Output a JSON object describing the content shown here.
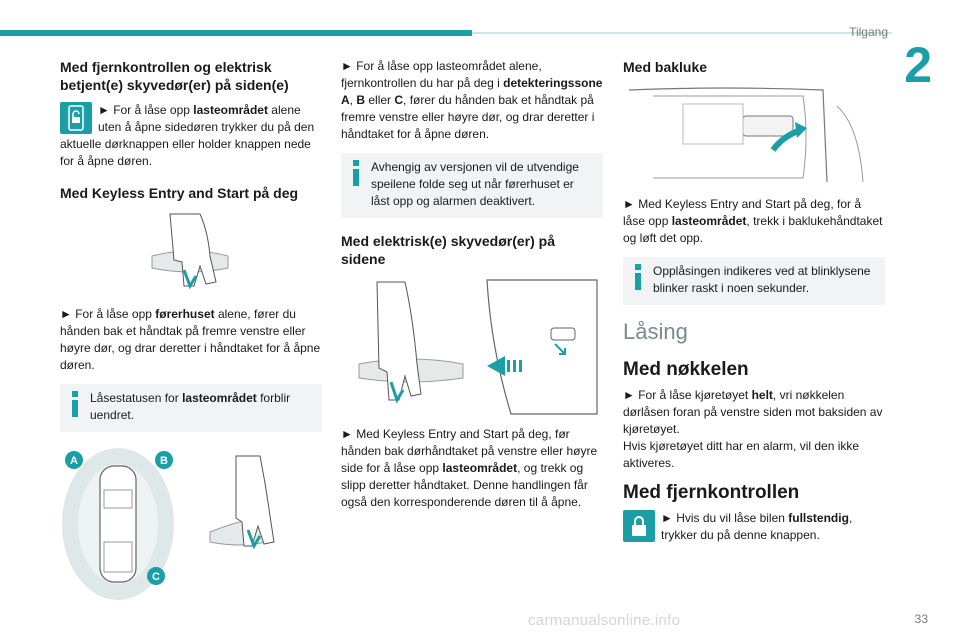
{
  "header": {
    "section": "Tilgang",
    "chapter": "2"
  },
  "footer": {
    "page": "33",
    "watermark": "carmanualsonline.info"
  },
  "col1": {
    "heading1": "Med fjernkontrollen og elektrisk betjent(e) skyvedør(er) på siden(e)",
    "p1_pre": "► For å låse opp ",
    "p1_bold": "lasteområdet",
    "p1_post": " alene uten å åpne sidedøren trykker du på den aktuelle dørknappen eller holder knappen nede for å åpne døren.",
    "heading2": "Med Keyless Entry and Start på deg",
    "p2_pre": "► For å låse opp ",
    "p2_bold": "førerhuset",
    "p2_post": " alene, fører du hånden bak et håndtak på fremre venstre eller høyre dør, og drar deretter i håndtaket for å åpne døren.",
    "info_pre": "Låsestatusen for ",
    "info_bold": "lasteområdet",
    "info_post": " forblir uendret.",
    "zones": [
      "A",
      "B",
      "C"
    ]
  },
  "col2": {
    "p1_a": "► For å låse opp lasteområdet alene, fjernkontrollen du har på deg i ",
    "p1_b1": "detekteringssone A",
    "p1_c": ", ",
    "p1_b2": "B",
    "p1_d": " eller ",
    "p1_b3": "C",
    "p1_e": ", fører du hånden bak et håndtak på fremre venstre eller høyre dør, og drar deretter i håndtaket for å åpne døren.",
    "info": "Avhengig av versjonen vil de utvendige speilene folde seg ut når førerhuset er låst opp og alarmen deaktivert.",
    "heading": "Med elektrisk(e) skyvedør(er) på sidene",
    "p2_pre": "► Med Keyless Entry and Start på deg, før hånden bak dørhåndtaket på venstre eller høyre side for å låse opp ",
    "p2_bold": "lasteområdet",
    "p2_post": ", og trekk og slipp deretter håndtaket. Denne handlingen får også den korresponderende døren til å åpne."
  },
  "col3": {
    "heading": "Med bakluke",
    "p1_pre": "► Med Keyless Entry and Start på deg, for å låse opp ",
    "p1_bold": "lasteområdet",
    "p1_post": ", trekk i baklukehåndtaket og løft det opp.",
    "info": "Opplåsingen indikeres ved at blinklysene blinker raskt i noen sekunder.",
    "section": "Låsing",
    "h_key": "Med nøkkelen",
    "p2_pre": "► For å låse kjøretøyet ",
    "p2_bold": "helt",
    "p2_post": ", vri nøkkelen dørlåsen foran på venstre siden mot baksiden av kjøretøyet.",
    "p3": "Hvis kjøretøyet ditt har en alarm, vil den ikke aktiveres.",
    "h_remote": "Med fjernkontrollen",
    "p4_pre": "► Hvis du vil låse bilen ",
    "p4_bold": "fullstendig",
    "p4_post": ", trykker du på denne knappen."
  },
  "colors": {
    "accent": "#1b9fa6",
    "info_bg": "#f1f3f4"
  }
}
